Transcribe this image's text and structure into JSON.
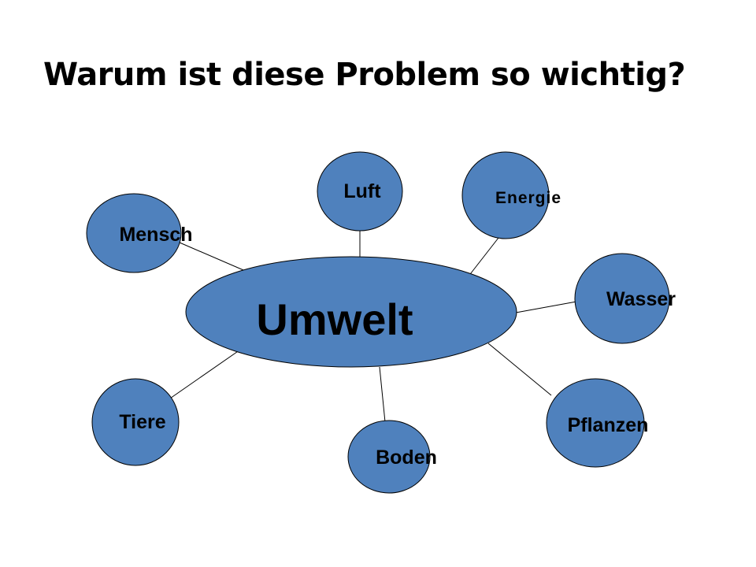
{
  "slide": {
    "title": "Warum ist diese Problem so wichtig?"
  },
  "diagram": {
    "center": {
      "label": "Umwelt"
    },
    "nodes": [
      {
        "id": "mensch",
        "label": "Mensch"
      },
      {
        "id": "luft",
        "label": "Luft"
      },
      {
        "id": "energie",
        "label": "Energie"
      },
      {
        "id": "wasser",
        "label": "Wasser"
      },
      {
        "id": "pflanzen",
        "label": "Pflanzen"
      },
      {
        "id": "boden",
        "label": "Boden"
      },
      {
        "id": "tiere",
        "label": "Tiere"
      }
    ],
    "colors": {
      "fill": "#4f81bd",
      "stroke": "#000000",
      "line": "#000000",
      "text": "#000000"
    }
  }
}
